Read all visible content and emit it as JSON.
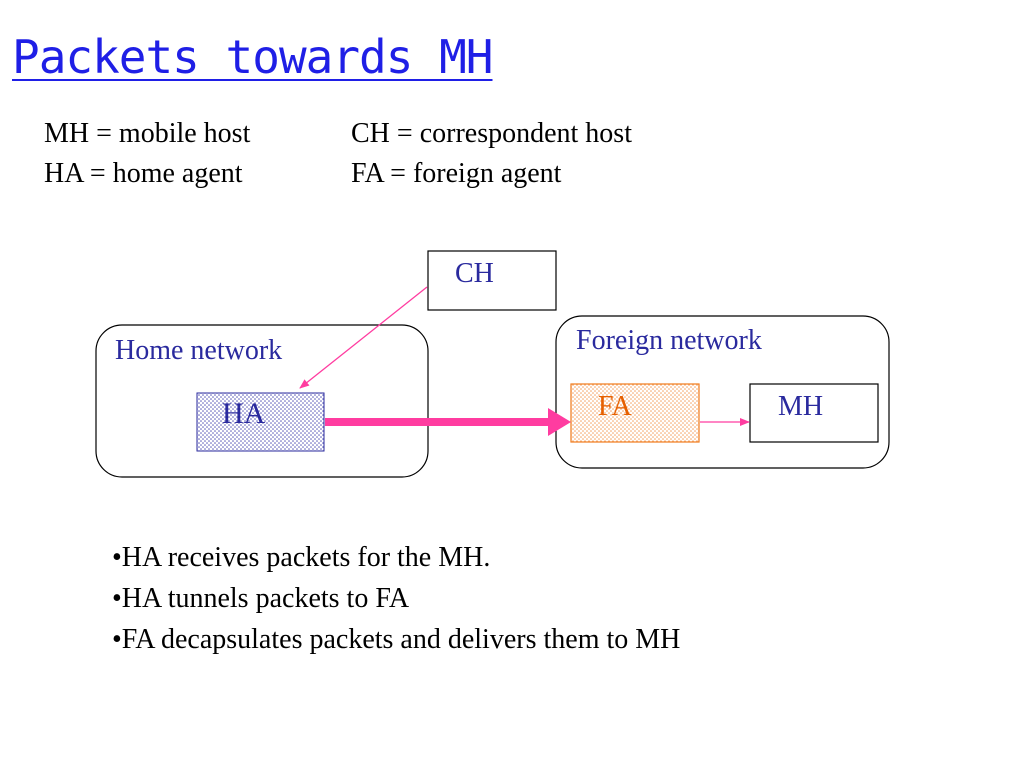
{
  "title": "Packets towards MH",
  "definitions": {
    "left": [
      "MH = mobile host",
      "HA = home agent"
    ],
    "right": [
      "CH = correspondent host",
      "FA = foreign agent"
    ]
  },
  "diagram": {
    "home_network_label": "Home network",
    "foreign_network_label": "Foreign network",
    "ch_label": "CH",
    "ha_label": "HA",
    "fa_label": "FA",
    "mh_label": "MH",
    "colors": {
      "network_label": "#2a2a9e",
      "ha_border": "#2a2a9e",
      "fa_border": "#f07a1a",
      "fa_text": "#e66000",
      "ch_arrow": "#ff3ca0",
      "tunnel_arrow": "#ff3ca0"
    }
  },
  "bullets": [
    "•HA receives packets for the MH.",
    "•HA tunnels packets to FA",
    "•FA decapsulates packets and delivers them to MH"
  ]
}
